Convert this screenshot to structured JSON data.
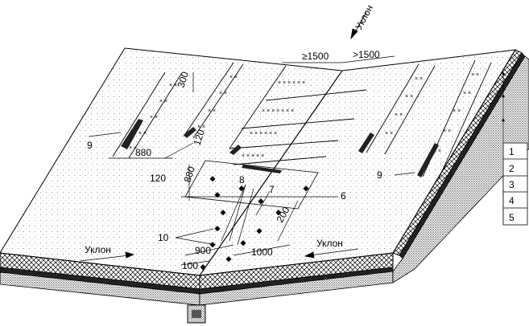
{
  "labels": {
    "slope_top": "Уклон",
    "slope_left": "Уклон",
    "slope_right": "Уклон",
    "n9_left": "9",
    "n9_right": "9",
    "n8": "8",
    "n7": "7",
    "n6": "6",
    "n10": "10"
  },
  "dimensions": {
    "d1500_a": "≥1500",
    "d1500_b": ">1500",
    "d300": "300",
    "d880_h": "880",
    "d120_a": "120",
    "d120_b": "120",
    "d880_v": "880",
    "d200": "200",
    "d900": "900",
    "d1000": "1000",
    "d100": "100"
  },
  "legend": {
    "items": [
      "1",
      "2",
      "3",
      "4",
      "5"
    ]
  }
}
